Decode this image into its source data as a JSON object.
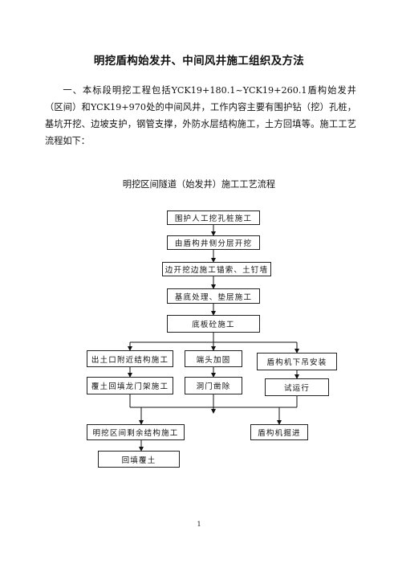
{
  "title": "明挖盾构始发井、中间风井施工组织及方法",
  "paragraph": "一、本标段明挖工程包括YCK19+180.1~YCK19+260.1盾构始发井（区间）和YCK19+970处的中间风井，工作内容主要有围护钻（挖）孔桩，基坑开挖、边坡支护，钢管支撑，外防水层结构施工，土方回填等。施工工艺流程如下：",
  "flowchart": {
    "title": "明挖区间隧道（始发井）施工工艺流程",
    "steps": {
      "s1": "围护人工挖孔桩施工",
      "s2": "由盾构井侧分层开挖",
      "s3": "边开挖边施工锚索、土钉墙",
      "s4": "基底处理、垫层施工",
      "s5": "底板砼施工",
      "b1": "出土口附近结构施工",
      "b2": "端头加固",
      "b3": "盾构机下吊安装",
      "c1": "覆土回填龙门架施工",
      "c2": "洞门凿除",
      "c3": "试运行",
      "d1": "明挖区间剩余结构施工",
      "d2": "盾构机掘进",
      "e1": "回填覆土"
    }
  },
  "page_number": "1"
}
